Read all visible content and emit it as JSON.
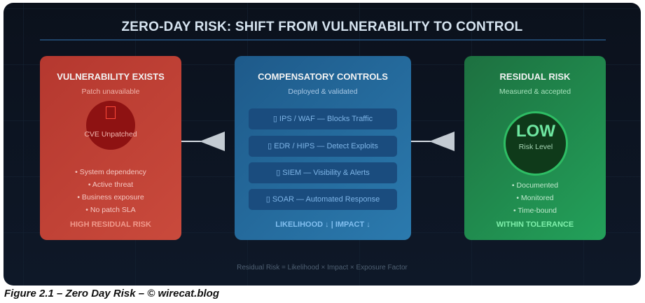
{
  "title": "ZERO-DAY RISK: SHIFT FROM VULNERABILITY TO CONTROL",
  "vulnerability": {
    "heading": "VULNERABILITY EXISTS",
    "subtitle": "Patch unavailable",
    "icon": "lock-icon",
    "circle_label": "CVE Unpatched",
    "bullets": [
      "• System dependency",
      "• Active threat",
      "• Business exposure",
      "• No patch SLA"
    ],
    "footer": "HIGH RESIDUAL RISK",
    "color": "#c0413a"
  },
  "controls": {
    "heading": "COMPENSATORY CONTROLS",
    "subtitle": "Deployed & validated",
    "items": [
      "▯ IPS / WAF — Blocks Traffic",
      "▯ EDR / HIPS — Detect Exploits",
      "▯ SIEM — Visibility & Alerts",
      "▯ SOAR — Automated Response"
    ],
    "footer": "LIKELIHOOD ↓ | IMPACT ↓",
    "color": "#2569a0"
  },
  "residual": {
    "heading": "RESIDUAL RISK",
    "subtitle": "Measured & accepted",
    "level": "LOW",
    "level_label": "Risk Level",
    "bullets": [
      "• Documented",
      "• Monitored",
      "• Time-bound"
    ],
    "footer": "WITHIN TOLERANCE",
    "color": "#21894e"
  },
  "formula": "Residual Risk = Likelihood × Impact × Exposure Factor",
  "caption": "Figure 2.1 – Zero Day Risk – © wirecat.blog"
}
